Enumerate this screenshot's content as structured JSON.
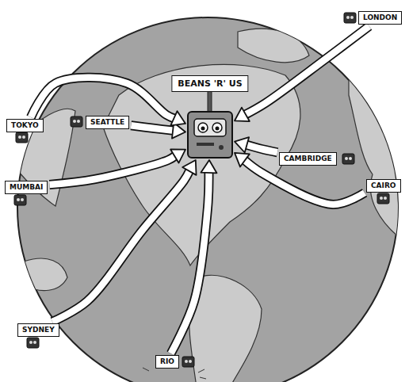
{
  "diagram": {
    "nodes": [
      {
        "text": [
          "LONDON"
        ]
      },
      {
        "text": [
          "BEANS 'R' US"
        ]
      },
      {
        "text": [
          "SEATTLE"
        ]
      },
      {
        "text": [
          "TOKYO"
        ]
      },
      {
        "text": [
          "CAMBRIDGE"
        ]
      },
      {
        "text": [
          "CAIRO"
        ]
      },
      {
        "text": [
          "MUMBAI"
        ]
      },
      {
        "text": [
          "SYDNEY"
        ]
      },
      {
        "text": [
          "RIO"
        ]
      }
    ],
    "edges": [
      {
        "from": 0,
        "to": 1,
        "arrow": "to"
      },
      {
        "from": 2,
        "to": 1,
        "arrow": "to"
      },
      {
        "from": 3,
        "to": 1,
        "arrow": "to"
      },
      {
        "from": 4,
        "to": 1,
        "arrow": "to"
      },
      {
        "from": 5,
        "to": 1,
        "arrow": "to"
      },
      {
        "from": 6,
        "to": 1,
        "arrow": "to"
      },
      {
        "from": 7,
        "to": 1,
        "arrow": "to"
      },
      {
        "from": 8,
        "to": 1,
        "arrow": "to"
      }
    ]
  }
}
